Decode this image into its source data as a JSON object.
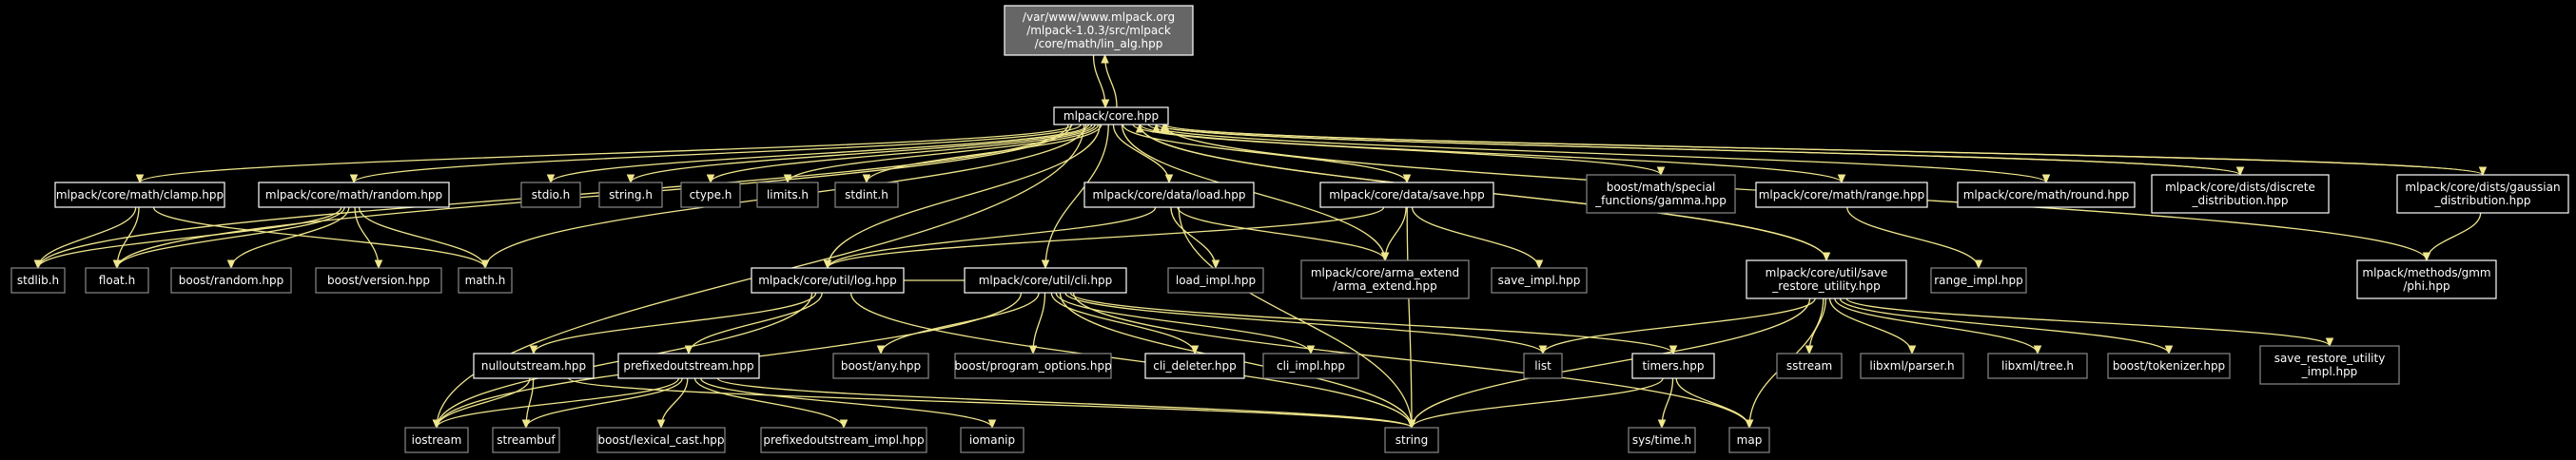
{
  "colors": {
    "background": "#000000",
    "edge": "#f0e68c",
    "node_text": "#ffffff",
    "node_border_linked": "#ffffff",
    "node_border_unlinked": "#888888",
    "node_fill": "#000000",
    "root_fill": "#666666"
  },
  "nodes": [
    {
      "id": "lin_alg",
      "kind": "root",
      "lines": [
        "/var/www/www.mlpack.org",
        "/mlpack-1.0.3/src/mlpack",
        "/core/math/lin_alg.hpp"
      ]
    },
    {
      "id": "core",
      "kind": "linked",
      "lines": [
        "mlpack/core.hpp"
      ]
    },
    {
      "id": "clamp",
      "kind": "linked",
      "lines": [
        "mlpack/core/math/clamp.hpp"
      ]
    },
    {
      "id": "random",
      "kind": "linked",
      "lines": [
        "mlpack/core/math/random.hpp"
      ]
    },
    {
      "id": "stdio",
      "kind": "plain",
      "lines": [
        "stdio.h"
      ]
    },
    {
      "id": "string_h",
      "kind": "plain",
      "lines": [
        "string.h"
      ]
    },
    {
      "id": "ctype",
      "kind": "plain",
      "lines": [
        "ctype.h"
      ]
    },
    {
      "id": "limits",
      "kind": "plain",
      "lines": [
        "limits.h"
      ]
    },
    {
      "id": "stdint",
      "kind": "plain",
      "lines": [
        "stdint.h"
      ]
    },
    {
      "id": "load",
      "kind": "linked",
      "lines": [
        "mlpack/core/data/load.hpp"
      ]
    },
    {
      "id": "save",
      "kind": "linked",
      "lines": [
        "mlpack/core/data/save.hpp"
      ]
    },
    {
      "id": "gamma",
      "kind": "plain",
      "lines": [
        "boost/math/special",
        "_functions/gamma.hpp"
      ]
    },
    {
      "id": "range",
      "kind": "linked",
      "lines": [
        "mlpack/core/math/range.hpp"
      ]
    },
    {
      "id": "round",
      "kind": "linked",
      "lines": [
        "mlpack/core/math/round.hpp"
      ]
    },
    {
      "id": "discrete",
      "kind": "linked",
      "lines": [
        "mlpack/core/dists/discrete",
        "_distribution.hpp"
      ]
    },
    {
      "id": "gaussian",
      "kind": "linked",
      "lines": [
        "mlpack/core/dists/gaussian",
        "_distribution.hpp"
      ]
    },
    {
      "id": "stdlib",
      "kind": "plain",
      "lines": [
        "stdlib.h"
      ]
    },
    {
      "id": "float",
      "kind": "plain",
      "lines": [
        "float.h"
      ]
    },
    {
      "id": "boost_random",
      "kind": "plain",
      "lines": [
        "boost/random.hpp"
      ]
    },
    {
      "id": "boost_version",
      "kind": "plain",
      "lines": [
        "boost/version.hpp"
      ]
    },
    {
      "id": "math",
      "kind": "plain",
      "lines": [
        "math.h"
      ]
    },
    {
      "id": "log",
      "kind": "linked",
      "lines": [
        "mlpack/core/util/log.hpp"
      ]
    },
    {
      "id": "cli",
      "kind": "linked",
      "lines": [
        "mlpack/core/util/cli.hpp"
      ]
    },
    {
      "id": "load_impl",
      "kind": "plain",
      "lines": [
        "load_impl.hpp"
      ]
    },
    {
      "id": "arma_extend",
      "kind": "plain",
      "lines": [
        "mlpack/core/arma_extend",
        "/arma_extend.hpp"
      ]
    },
    {
      "id": "save_impl",
      "kind": "plain",
      "lines": [
        "save_impl.hpp"
      ]
    },
    {
      "id": "save_restore",
      "kind": "linked",
      "lines": [
        "mlpack/core/util/save",
        "_restore_utility.hpp"
      ]
    },
    {
      "id": "range_impl",
      "kind": "plain",
      "lines": [
        "range_impl.hpp"
      ]
    },
    {
      "id": "phi",
      "kind": "linked",
      "lines": [
        "mlpack/methods/gmm",
        "/phi.hpp"
      ]
    },
    {
      "id": "nullout",
      "kind": "linked",
      "lines": [
        "nulloutstream.hpp"
      ]
    },
    {
      "id": "prefixed",
      "kind": "linked",
      "lines": [
        "prefixedoutstream.hpp"
      ]
    },
    {
      "id": "boost_any",
      "kind": "plain",
      "lines": [
        "boost/any.hpp"
      ]
    },
    {
      "id": "boost_po",
      "kind": "plain",
      "lines": [
        "boost/program_options.hpp"
      ]
    },
    {
      "id": "cli_deleter",
      "kind": "linked",
      "lines": [
        "cli_deleter.hpp"
      ]
    },
    {
      "id": "cli_impl",
      "kind": "plain",
      "lines": [
        "cli_impl.hpp"
      ]
    },
    {
      "id": "list",
      "kind": "plain",
      "lines": [
        "list"
      ]
    },
    {
      "id": "timers",
      "kind": "linked",
      "lines": [
        "timers.hpp"
      ]
    },
    {
      "id": "sstream",
      "kind": "plain",
      "lines": [
        "sstream"
      ]
    },
    {
      "id": "libxml_parser",
      "kind": "plain",
      "lines": [
        "libxml/parser.h"
      ]
    },
    {
      "id": "libxml_tree",
      "kind": "plain",
      "lines": [
        "libxml/tree.h"
      ]
    },
    {
      "id": "boost_tokenizer",
      "kind": "plain",
      "lines": [
        "boost/tokenizer.hpp"
      ]
    },
    {
      "id": "sr_impl",
      "kind": "plain",
      "lines": [
        "save_restore_utility",
        "_impl.hpp"
      ]
    },
    {
      "id": "iostream",
      "kind": "plain",
      "lines": [
        "iostream"
      ]
    },
    {
      "id": "streambuf",
      "kind": "plain",
      "lines": [
        "streambuf"
      ]
    },
    {
      "id": "lexical_cast",
      "kind": "plain",
      "lines": [
        "boost/lexical_cast.hpp"
      ]
    },
    {
      "id": "prefixed_impl",
      "kind": "plain",
      "lines": [
        "prefixedoutstream_impl.hpp"
      ]
    },
    {
      "id": "iomanip",
      "kind": "plain",
      "lines": [
        "iomanip"
      ]
    },
    {
      "id": "string",
      "kind": "plain",
      "lines": [
        "string"
      ]
    },
    {
      "id": "sys_time",
      "kind": "plain",
      "lines": [
        "sys/time.h"
      ]
    },
    {
      "id": "map",
      "kind": "plain",
      "lines": [
        "map"
      ]
    }
  ],
  "edges": [
    [
      "lin_alg",
      "core"
    ],
    [
      "core",
      "lin_alg"
    ],
    [
      "core",
      "clamp"
    ],
    [
      "core",
      "random"
    ],
    [
      "core",
      "stdio"
    ],
    [
      "core",
      "string_h"
    ],
    [
      "core",
      "ctype"
    ],
    [
      "core",
      "limits"
    ],
    [
      "core",
      "stdint"
    ],
    [
      "core",
      "load"
    ],
    [
      "core",
      "save"
    ],
    [
      "core",
      "gamma"
    ],
    [
      "core",
      "range"
    ],
    [
      "core",
      "round"
    ],
    [
      "core",
      "discrete"
    ],
    [
      "core",
      "gaussian"
    ],
    [
      "core",
      "stdlib"
    ],
    [
      "core",
      "float"
    ],
    [
      "core",
      "math"
    ],
    [
      "core",
      "log"
    ],
    [
      "core",
      "cli"
    ],
    [
      "core",
      "arma_extend"
    ],
    [
      "core",
      "save_restore"
    ],
    [
      "core",
      "iostream"
    ],
    [
      "clamp",
      "stdlib"
    ],
    [
      "clamp",
      "float"
    ],
    [
      "clamp",
      "math"
    ],
    [
      "random",
      "stdlib"
    ],
    [
      "random",
      "float"
    ],
    [
      "random",
      "boost_random"
    ],
    [
      "random",
      "boost_version"
    ],
    [
      "random",
      "math"
    ],
    [
      "load",
      "log"
    ],
    [
      "load",
      "load_impl"
    ],
    [
      "load",
      "arma_extend"
    ],
    [
      "load",
      "string"
    ],
    [
      "save",
      "log"
    ],
    [
      "save",
      "arma_extend"
    ],
    [
      "save",
      "save_impl"
    ],
    [
      "save",
      "string"
    ],
    [
      "range",
      "range_impl"
    ],
    [
      "discrete",
      "core"
    ],
    [
      "gaussian",
      "core"
    ],
    [
      "gaussian",
      "phi"
    ],
    [
      "phi",
      "core"
    ],
    [
      "save_restore",
      "core"
    ],
    [
      "log",
      "nullout"
    ],
    [
      "log",
      "prefixed"
    ],
    [
      "log",
      "iostream"
    ],
    [
      "log",
      "string"
    ],
    [
      "cli",
      "log"
    ],
    [
      "cli",
      "boost_any"
    ],
    [
      "cli",
      "boost_po"
    ],
    [
      "cli",
      "cli_deleter"
    ],
    [
      "cli",
      "cli_impl"
    ],
    [
      "cli",
      "list"
    ],
    [
      "cli",
      "timers"
    ],
    [
      "cli",
      "iostream"
    ],
    [
      "cli",
      "string"
    ],
    [
      "cli",
      "map"
    ],
    [
      "save_restore",
      "list"
    ],
    [
      "save_restore",
      "sstream"
    ],
    [
      "save_restore",
      "libxml_parser"
    ],
    [
      "save_restore",
      "libxml_tree"
    ],
    [
      "save_restore",
      "boost_tokenizer"
    ],
    [
      "save_restore",
      "sr_impl"
    ],
    [
      "save_restore",
      "string"
    ],
    [
      "save_restore",
      "map"
    ],
    [
      "nullout",
      "iostream"
    ],
    [
      "nullout",
      "streambuf"
    ],
    [
      "nullout",
      "string"
    ],
    [
      "prefixed",
      "iostream"
    ],
    [
      "prefixed",
      "streambuf"
    ],
    [
      "prefixed",
      "lexical_cast"
    ],
    [
      "prefixed",
      "prefixed_impl"
    ],
    [
      "prefixed",
      "iomanip"
    ],
    [
      "prefixed",
      "string"
    ],
    [
      "timers",
      "sys_time"
    ],
    [
      "timers",
      "map"
    ],
    [
      "timers",
      "string"
    ]
  ]
}
